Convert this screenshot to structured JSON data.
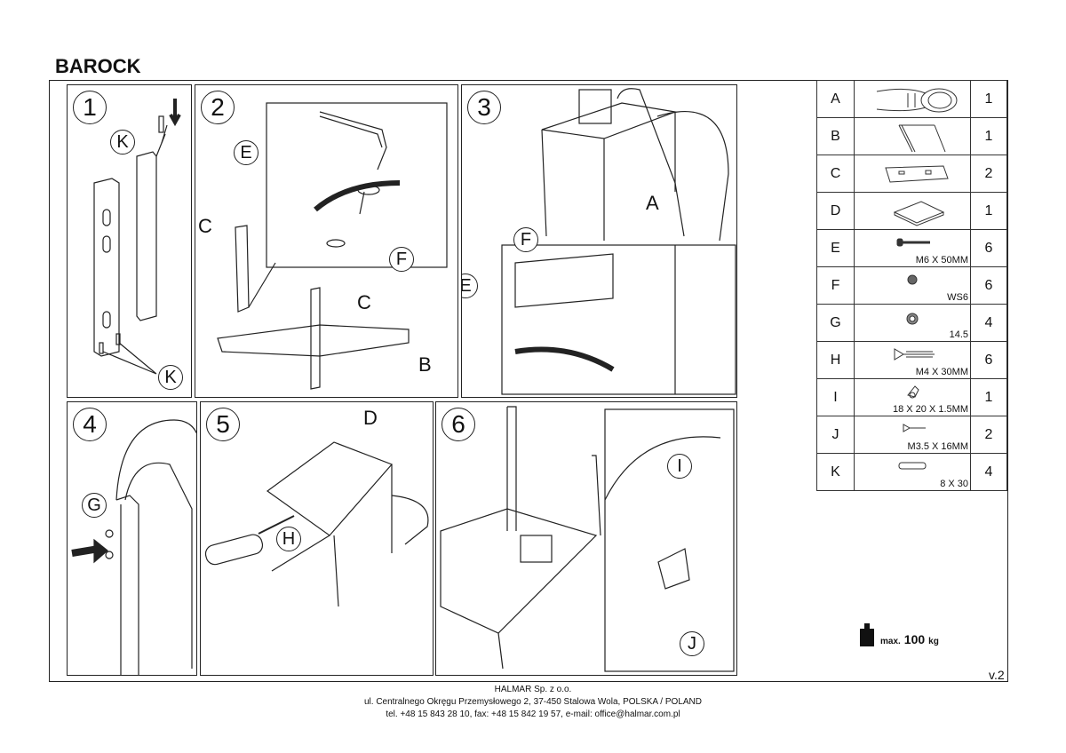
{
  "title": "BAROCK",
  "steps": [
    {
      "num": "1",
      "labels": [
        "K",
        "K"
      ]
    },
    {
      "num": "2",
      "labels": [
        "E",
        "F",
        "C",
        "C",
        "B"
      ]
    },
    {
      "num": "3",
      "labels": [
        "A",
        "F",
        "E"
      ]
    },
    {
      "num": "4",
      "labels": [
        "G"
      ]
    },
    {
      "num": "5",
      "labels": [
        "D",
        "H"
      ]
    },
    {
      "num": "6",
      "labels": [
        "I",
        "J"
      ]
    }
  ],
  "parts": [
    {
      "id": "A",
      "dim": "",
      "qty": "1"
    },
    {
      "id": "B",
      "dim": "",
      "qty": "1"
    },
    {
      "id": "C",
      "dim": "",
      "qty": "2"
    },
    {
      "id": "D",
      "dim": "",
      "qty": "1"
    },
    {
      "id": "E",
      "dim": "M6 X 50MM",
      "qty": "6"
    },
    {
      "id": "F",
      "dim": "WS6",
      "qty": "6"
    },
    {
      "id": "G",
      "dim": "14.5",
      "qty": "4"
    },
    {
      "id": "H",
      "dim": "M4 X 30MM",
      "qty": "6"
    },
    {
      "id": "I",
      "dim": "18 X 20 X 1.5MM",
      "qty": "1"
    },
    {
      "id": "J",
      "dim": "M3.5 X 16MM",
      "qty": "2"
    },
    {
      "id": "K",
      "dim": "8 X 30",
      "qty": "4"
    }
  ],
  "weight": {
    "prefix": "max.",
    "value": "100",
    "unit": "kg"
  },
  "version": "v.2",
  "footer": {
    "company": "HALMAR Sp. z o.o.",
    "address": "ul. Centralnego Okręgu Przemysłowego 2, 37-450 Stalowa Wola, POLSKA / POLAND",
    "contact": "tel. +48 15 843 28 10, fax: +48 15 842 19 57, e-mail: office@halmar.com.pl"
  }
}
